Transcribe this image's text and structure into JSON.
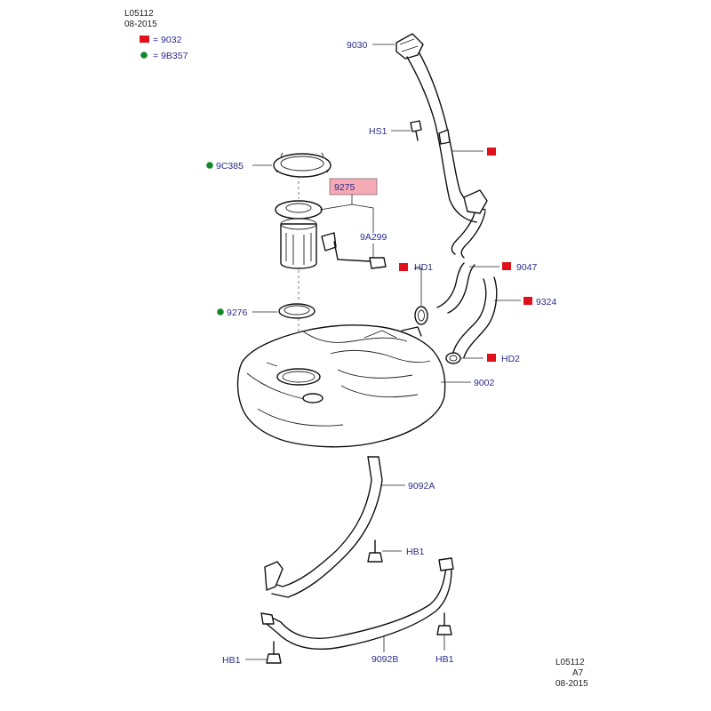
{
  "header": {
    "code": "L05112",
    "date": "08-2015"
  },
  "footer": {
    "code": "L05112",
    "sub": "A7",
    "date": "08-2015"
  },
  "legend": {
    "red_label": "= 9032",
    "green_label": "= 9B357"
  },
  "colors": {
    "red": "#e0101c",
    "green": "#11872b",
    "text": "#2b2b8c",
    "box": "#f4a9b5",
    "line": "#111111"
  },
  "labels": {
    "filler_pipe": "9030",
    "hs1": "HS1",
    "lock_ring": "9C385",
    "pump_module": "9275",
    "sender": "9A299",
    "seal": "9276",
    "hd1": "HD1",
    "hose_9047": "9047",
    "hose_9324": "9324",
    "hd2": "HD2",
    "tank": "9002",
    "strap_a": "9092A",
    "hb1_top": "HB1",
    "strap_b": "9092B",
    "hb1_left": "HB1",
    "hb1_right": "HB1"
  }
}
